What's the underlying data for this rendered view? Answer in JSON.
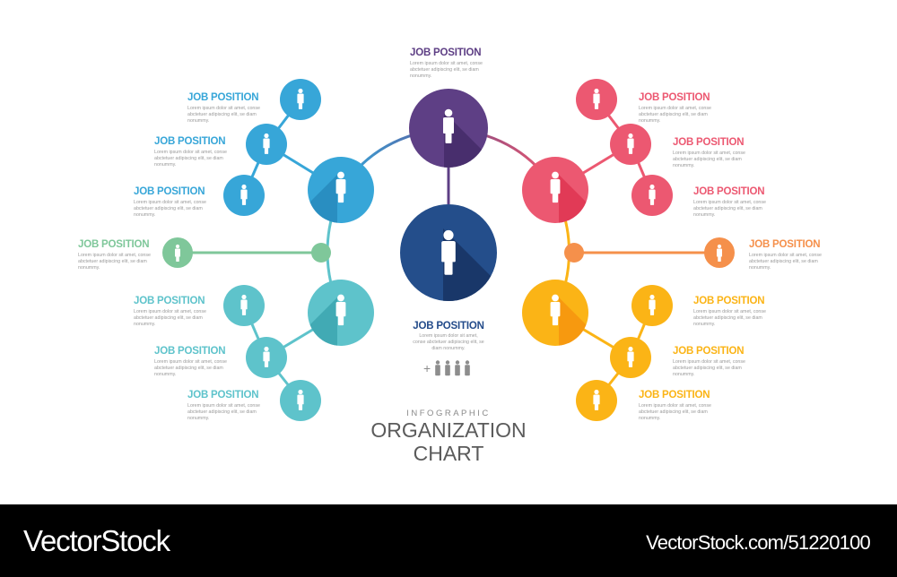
{
  "colors": {
    "purple": "#5e3f85",
    "navy": "#244e8b",
    "blue": "#37a6d8",
    "teal": "#5ec3cb",
    "green": "#7fc79a",
    "red": "#ec5871",
    "orange": "#f5904b",
    "yellow": "#fbb416",
    "text_gray": "#9a9a9a",
    "title_gray": "#5b5b5b"
  },
  "top": {
    "title": "JOB POSITION",
    "desc": "Lorem ipsum dolor sit amet, conse abctetuer adipiscing elit, se diam nonummy."
  },
  "center": {
    "title": "JOB POSITION",
    "desc": "Lorem ipsum dolor sit amet, conse abctetuer adipiscing elit, se diam nonummy.",
    "team_plus": "+",
    "team_icon": "people-group-icon"
  },
  "left": [
    {
      "title": "JOB POSITION",
      "desc": "Lorem ipsum dolor sit amet, conse abctetuer adipiscing elit, se diam nonummy.",
      "color": "#37a6d8"
    },
    {
      "title": "JOB POSITION",
      "desc": "Lorem ipsum dolor sit amet, conse abctetuer adipiscing elit, se diam nonummy.",
      "color": "#37a6d8"
    },
    {
      "title": "JOB POSITION",
      "desc": "Lorem ipsum dolor sit amet, conse abctetuer adipiscing elit, se diam nonummy.",
      "color": "#37a6d8"
    },
    {
      "title": "JOB POSITION",
      "desc": "Lorem ipsum dolor sit amet, conse abctetuer adipiscing elit, se diam nonummy.",
      "color": "#7fc79a"
    },
    {
      "title": "JOB POSITION",
      "desc": "Lorem ipsum dolor sit amet, conse abctetuer adipiscing elit, se diam nonummy.",
      "color": "#5ec3cb"
    },
    {
      "title": "JOB POSITION",
      "desc": "Lorem ipsum dolor sit amet, conse abctetuer adipiscing elit, se diam nonummy.",
      "color": "#5ec3cb"
    },
    {
      "title": "JOB POSITION",
      "desc": "Lorem ipsum dolor sit amet, conse abctetuer adipiscing elit, se diam nonummy.",
      "color": "#5ec3cb"
    }
  ],
  "right": [
    {
      "title": "JOB POSITION",
      "desc": "Lorem ipsum dolor sit amet, conse abctetuer adipiscing elit, se diam nonummy.",
      "color": "#ec5871"
    },
    {
      "title": "JOB POSITION",
      "desc": "Lorem ipsum dolor sit amet, conse abctetuer adipiscing elit, se diam nonummy.",
      "color": "#ec5871"
    },
    {
      "title": "JOB POSITION",
      "desc": "Lorem ipsum dolor sit amet, conse abctetuer adipiscing elit, se diam nonummy.",
      "color": "#ec5871"
    },
    {
      "title": "JOB POSITION",
      "desc": "Lorem ipsum dolor sit amet, conse abctetuer adipiscing elit, se diam nonummy.",
      "color": "#f5904b"
    },
    {
      "title": "JOB POSITION",
      "desc": "Lorem ipsum dolor sit amet, conse abctetuer adipiscing elit, se diam nonummy.",
      "color": "#fbb416"
    },
    {
      "title": "JOB POSITION",
      "desc": "Lorem ipsum dolor sit amet, conse abctetuer adipiscing elit, se diam nonummy.",
      "color": "#fbb416"
    },
    {
      "title": "JOB POSITION",
      "desc": "Lorem ipsum dolor sit amet, conse abctetuer adipiscing elit, se diam nonummy.",
      "color": "#fbb416"
    }
  ],
  "heading": {
    "subtitle": "INFOGRAPHIC",
    "line1": "ORGANIZATION",
    "line2": "CHART"
  },
  "footer": {
    "brand": "VectorStock",
    "url": "VectorStock.com/51220100"
  }
}
